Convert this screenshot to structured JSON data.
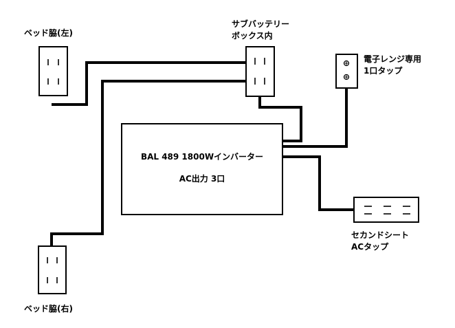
{
  "labels": {
    "bed_left": "ベッド脇(左)",
    "bed_right": "ベッド脇(右)",
    "sub_battery_line1": "サブバッテリー",
    "sub_battery_line2": "ボックス内",
    "microwave_line1": "電子レンジ専用",
    "microwave_line2": "1口タップ",
    "inverter_line1": "BAL 489 1800Wインバーター",
    "inverter_line2": "AC出力 3口",
    "second_seat_line1": "セカンドシート",
    "second_seat_line2": "ACタップ"
  }
}
